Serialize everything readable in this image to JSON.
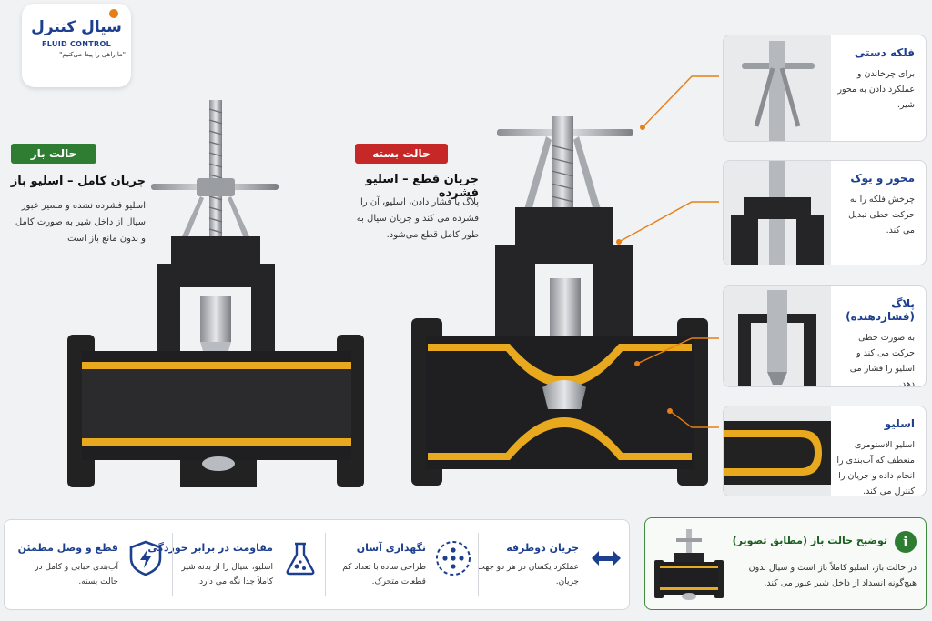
{
  "logo": {
    "name_fa": "سیال کنترل",
    "name_en": "FLUID CONTROL",
    "slogan": "\"ما راهی را پیدا می‌کنیم\""
  },
  "open_state": {
    "badge": "حالت باز",
    "title": "جریان کامل – اسلیو باز",
    "description": "اسلیو فشرده نشده و مسیر عبور سیال از داخل شیر به صورت کامل و بدون مانع باز است."
  },
  "closed_state": {
    "badge": "حالت بسته",
    "title": "جریان قطع – اسلیو فشرده",
    "description": "پلاگ با فشار دادن، اسلیو، آن را فشرده می کند و جریان سیال به طور کامل قطع می‌شود."
  },
  "callouts": [
    {
      "title": "فلکه دستی",
      "description": "برای چرخاندن و عملکرد دادن به محور شیر."
    },
    {
      "title": "محور و یوک",
      "description": "چرخش فلکه را به حرکت خطی تبدیل می کند."
    },
    {
      "title": "پلاگ (فشاردهنده)",
      "description": "به صورت خطی حرکت می کند و اسلیو را فشار می دهد."
    },
    {
      "title": "اسلیو",
      "description": "اسلیو الاستومری منعطف که آب‌بندی را انجام داده و جریان را کنترل می کند."
    }
  ],
  "features": [
    {
      "title": "قطع و وصل مطمئن",
      "description": "آب‌بندی حبابی و کامل در حالت بسته.",
      "icon": "shield-icon"
    },
    {
      "title": "مقاومت در برابر خوردگی",
      "description": "اسلیو، سیال را از بدنه شیر کاملاً جدا نگه می دارد.",
      "icon": "flask-icon"
    },
    {
      "title": "نگهداری آسان",
      "description": "طراحی ساده با تعداد کم قطعات متحرک.",
      "icon": "dots-circle-icon"
    },
    {
      "title": "جریان دوطرفه",
      "description": "عملکرد یکسان در هر دو جهت جریان.",
      "icon": "bidirectional-arrow-icon"
    }
  ],
  "note": {
    "icon": "i",
    "title": "توضیح حالت باز (مطابق تصویر)",
    "description": "در حالت باز، اسلیو کاملاً باز است و سیال بدون هیچ‌گونه انسداد از داخل شیر عبور می کند."
  },
  "colors": {
    "brand_blue": "#1c3f8f",
    "accent_orange": "#e67f16",
    "sleeve_yellow": "#e8a91e",
    "body_black": "#222222",
    "open_green": "#2e7d32",
    "closed_red": "#c62828"
  }
}
